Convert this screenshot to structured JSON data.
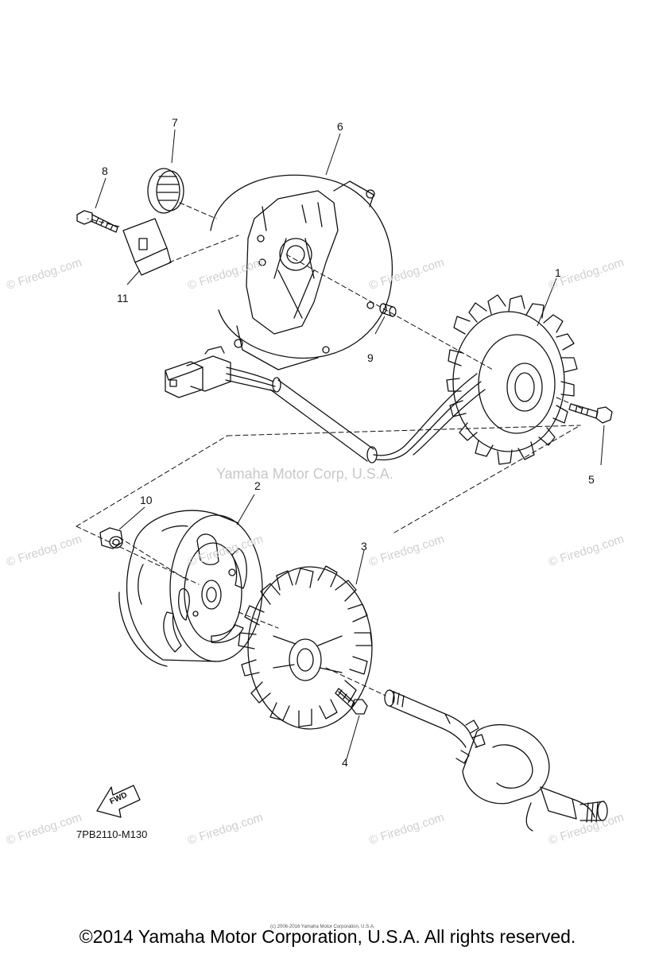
{
  "callouts": {
    "c1": "1",
    "c2": "2",
    "c3": "3",
    "c4": "4",
    "c5": "5",
    "c6": "6",
    "c7": "7",
    "c8": "8",
    "c9": "9",
    "c10": "10",
    "c11": "11"
  },
  "watermarks": {
    "firedog": "© Firedog.com",
    "center": "Yamaha Motor Corp, U.S.A."
  },
  "fwd_label": "FWD",
  "figure_code": "7PB2110-M130",
  "tiny_note": "(c) 2006-2016 Yamaha Motor Corporation, U.S.A.",
  "copyright": "©2014 Yamaha Motor Corporation, U.S.A. All rights reserved.",
  "colors": {
    "line": "#111111",
    "watermark": "#cfcfcf",
    "background": "#ffffff"
  }
}
